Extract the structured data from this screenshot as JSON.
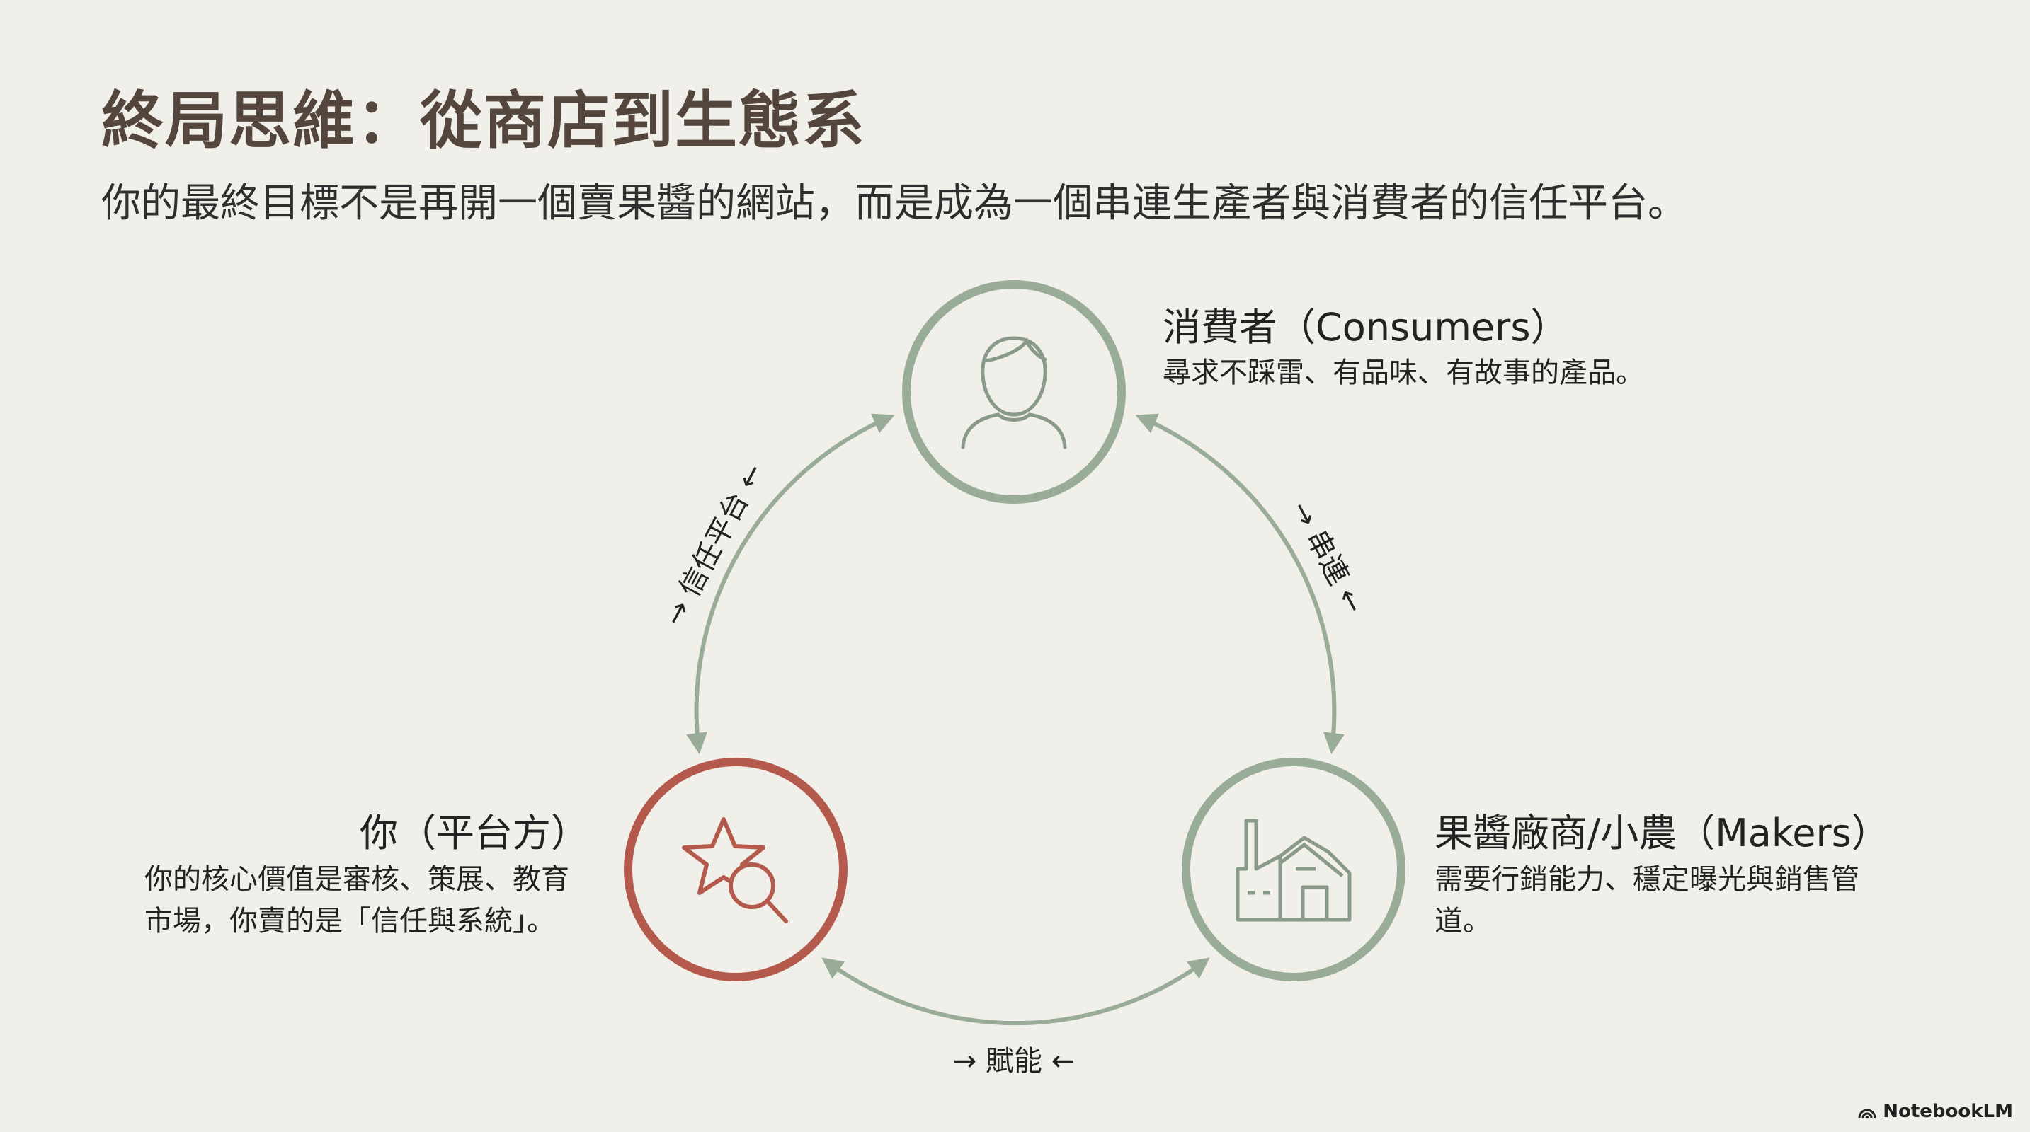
{
  "title": "終局思維：從商店到生態系",
  "subtitle": "你的最終目標不是再開一個賣果醬的網站，而是成為一個串連生產者與消費者的信任平台。",
  "nodes": {
    "consumers": {
      "title": "消費者（Consumers）",
      "desc": "尋求不踩雷、有品味、有故事的產品。",
      "icon": "person-icon"
    },
    "platform": {
      "title": "你（平台方）",
      "desc_line1": "你的核心價值是審核、策展、教育",
      "desc_line2": "市場，你賣的是「信任與系統」。",
      "icon": "star-search-icon"
    },
    "makers": {
      "title": "果醬廠商/小農（Makers）",
      "desc_line1": "需要行銷能力、穩定曝光與銷售管",
      "desc_line2": "道。",
      "icon": "factory-icon"
    }
  },
  "edges": {
    "platform_consumers": "→ 信任平台 ←",
    "consumers_makers": "→ 串連 ←",
    "platform_makers": "→ 賦能 ←"
  },
  "colors": {
    "green": "#98ac97",
    "red": "#b35a4c",
    "background": "#f1efe9"
  },
  "branding": "NotebookLM"
}
